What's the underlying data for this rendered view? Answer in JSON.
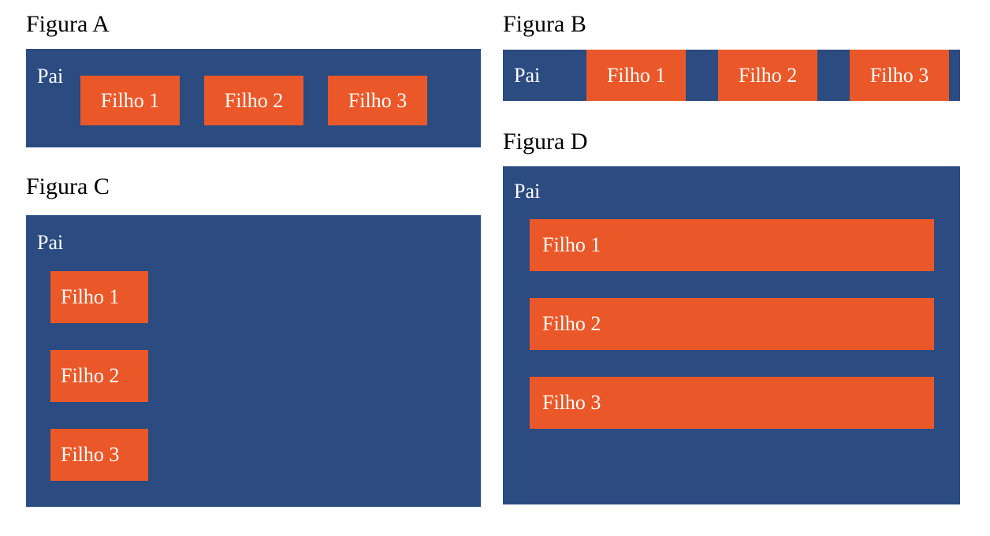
{
  "colors": {
    "parent_bg": "#2b4b81",
    "child_bg": "#ea5829",
    "page_bg": "#ffffff",
    "title_text": "#000000",
    "label_text": "#ffffff"
  },
  "figures": [
    {
      "id": "a",
      "title": "Figura A",
      "parent_label": "Pai",
      "children": [
        {
          "label": "Filho 1"
        },
        {
          "label": "Filho 2"
        },
        {
          "label": "Filho 3"
        }
      ]
    },
    {
      "id": "b",
      "title": "Figura B",
      "parent_label": "Pai",
      "children": [
        {
          "label": "Filho 1"
        },
        {
          "label": "Filho 2"
        },
        {
          "label": "Filho 3"
        }
      ]
    },
    {
      "id": "c",
      "title": "Figura C",
      "parent_label": "Pai",
      "children": [
        {
          "label": "Filho 1"
        },
        {
          "label": "Filho 2"
        },
        {
          "label": "Filho 3"
        }
      ]
    },
    {
      "id": "d",
      "title": "Figura D",
      "parent_label": "Pai",
      "children": [
        {
          "label": "Filho 1"
        },
        {
          "label": "Filho 2"
        },
        {
          "label": "Filho 3"
        }
      ]
    }
  ]
}
